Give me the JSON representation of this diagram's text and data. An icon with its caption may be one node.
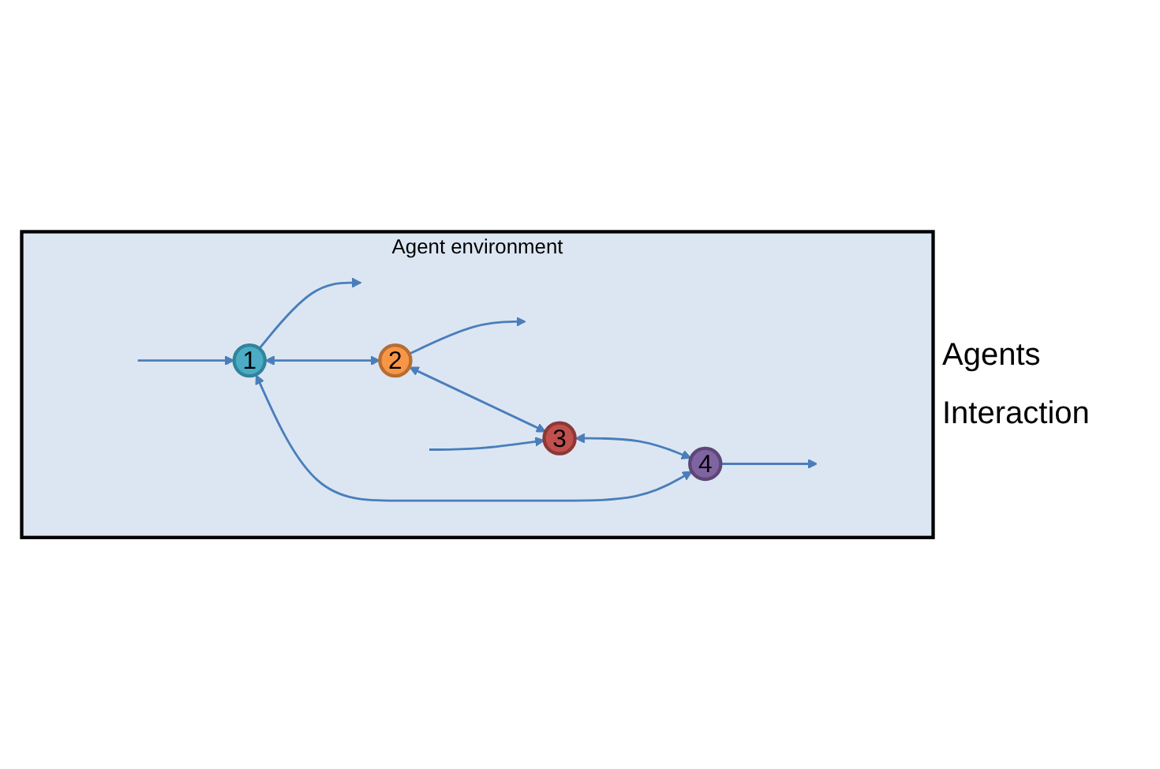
{
  "diagram": {
    "nodes": [
      {
        "text": [
          "Agent environment"
        ]
      },
      {
        "text": [
          "1"
        ],
        "in": 0
      },
      {
        "text": [
          "2"
        ],
        "in": 0
      },
      {
        "text": [
          "3"
        ],
        "in": 0
      },
      {
        "text": [
          "4"
        ],
        "in": 0
      }
    ],
    "edges": [
      {
        "from": 1,
        "to": null,
        "arrow": "to"
      },
      {
        "from": null,
        "to": 1,
        "arrow": "to"
      },
      {
        "from": 2,
        "to": null,
        "arrow": "to"
      },
      {
        "from": null,
        "to": 3,
        "arrow": "to"
      },
      {
        "from": 4,
        "to": null,
        "arrow": "to"
      },
      {
        "from": 1,
        "to": 2,
        "arrow": "both"
      },
      {
        "from": 2,
        "to": 3,
        "arrow": "both"
      },
      {
        "from": 1,
        "to": 4,
        "arrow": "both"
      },
      {
        "from": 3,
        "to": 4,
        "arrow": "both"
      }
    ],
    "labels": [
      "Agents",
      "Interaction"
    ]
  }
}
